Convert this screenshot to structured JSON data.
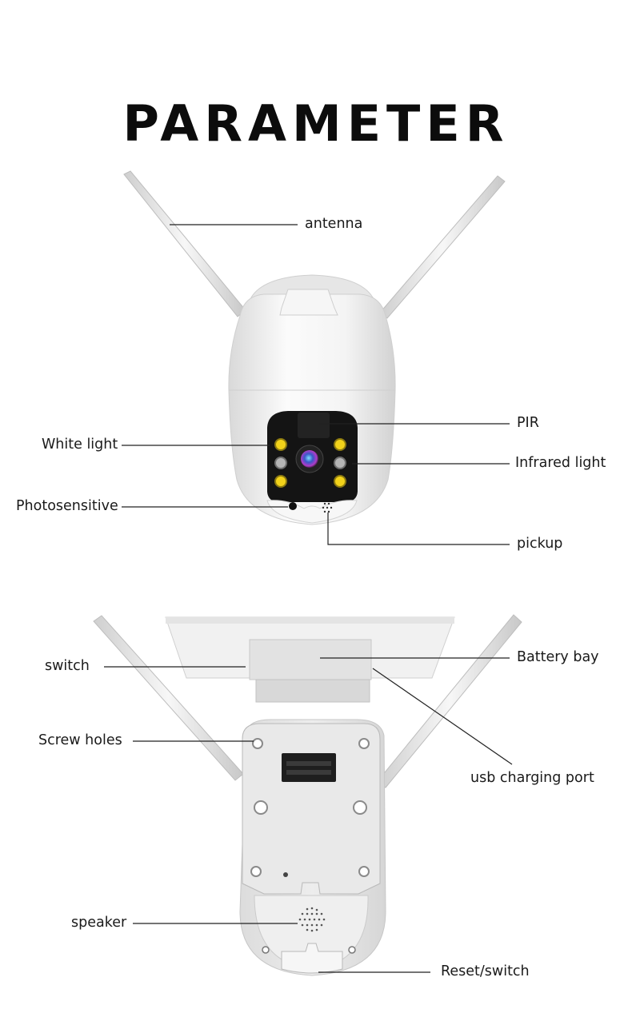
{
  "title": "PARAMETER",
  "front_view": {
    "labels": {
      "antenna": "antenna",
      "pir": "PIR",
      "white_light": "White light",
      "infrared_light": "Infrared light",
      "photosensitive": "Photosensitive",
      "pickup": "pickup"
    }
  },
  "back_view": {
    "labels": {
      "switch": "switch",
      "battery_bay": "Battery bay",
      "screw_holes": "Screw holes",
      "usb_charging_port": "usb charging port",
      "speaker": "speaker",
      "reset_switch": "Reset/switch"
    }
  },
  "colors": {
    "background": "#ffffff",
    "body": "#f2f2f2",
    "lens_panel": "#111111",
    "white_led": "#f2d21a",
    "infrared_led": "#9a9a9a",
    "leader_line": "#222222"
  }
}
